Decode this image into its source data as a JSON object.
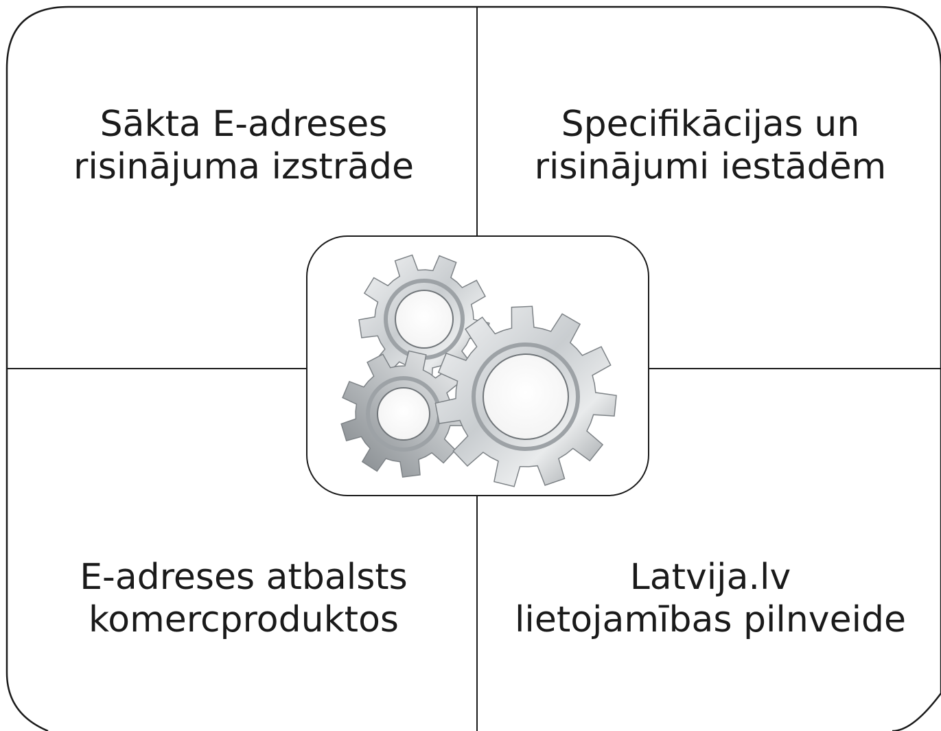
{
  "quadrants": {
    "top_left": {
      "line1": "Sākta E-adreses",
      "line2": "risinājuma izstrāde"
    },
    "top_right": {
      "line1": "Specifikācijas un",
      "line2": "risinājumi iestādēm"
    },
    "bottom_left": {
      "line1": "E-adreses atbalsts",
      "line2": "komercproduktos"
    },
    "bottom_right": {
      "line1": "Latvija.lv",
      "line2": "lietojamības pilnveide"
    }
  },
  "center_icon": "gears-icon",
  "colors": {
    "line": "#1a1a1a",
    "text": "#1a1a1a",
    "gear_light": "#f2f2f2",
    "gear_mid": "#bfc3c6",
    "gear_dark": "#8a8f93"
  }
}
